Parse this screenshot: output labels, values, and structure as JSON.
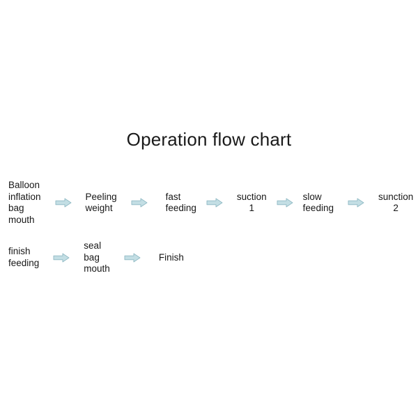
{
  "title": "Operation flow chart",
  "colors": {
    "background": "#ffffff",
    "text": "#171717",
    "title_text": "#1a1a1a",
    "arrow_fill": "#c3dee4",
    "arrow_stroke": "#8fb9c4"
  },
  "arrow_icon_name": "right-block-arrow-icon",
  "rows": [
    {
      "row_label": "main-process-row",
      "nodes": [
        {
          "id": "balloon-inflation-bag-mouth",
          "lines": [
            "Balloon",
            "inflation",
            "bag",
            "mouth"
          ],
          "align": "left"
        },
        {
          "id": "peeling-weight",
          "lines": [
            "Peeling",
            "weight"
          ],
          "align": "left"
        },
        {
          "id": "fast-feeding",
          "lines": [
            "fast",
            "feeding"
          ],
          "align": "left"
        },
        {
          "id": "suction-1",
          "lines": [
            "suction",
            "1"
          ],
          "align": "center"
        },
        {
          "id": "slow-feeding",
          "lines": [
            "slow",
            "feeding"
          ],
          "align": "left"
        },
        {
          "id": "sunction-2",
          "lines": [
            "sunction",
            "2"
          ],
          "align": "center"
        }
      ]
    },
    {
      "row_label": "finishing-process-row",
      "nodes": [
        {
          "id": "finish-feeding",
          "lines": [
            "finish",
            "feeding"
          ],
          "align": "left"
        },
        {
          "id": "seal-bag-mouth",
          "lines": [
            "seal",
            "bag",
            "mouth"
          ],
          "align": "left"
        },
        {
          "id": "finish",
          "lines": [
            "Finish"
          ],
          "align": "left"
        }
      ]
    }
  ]
}
